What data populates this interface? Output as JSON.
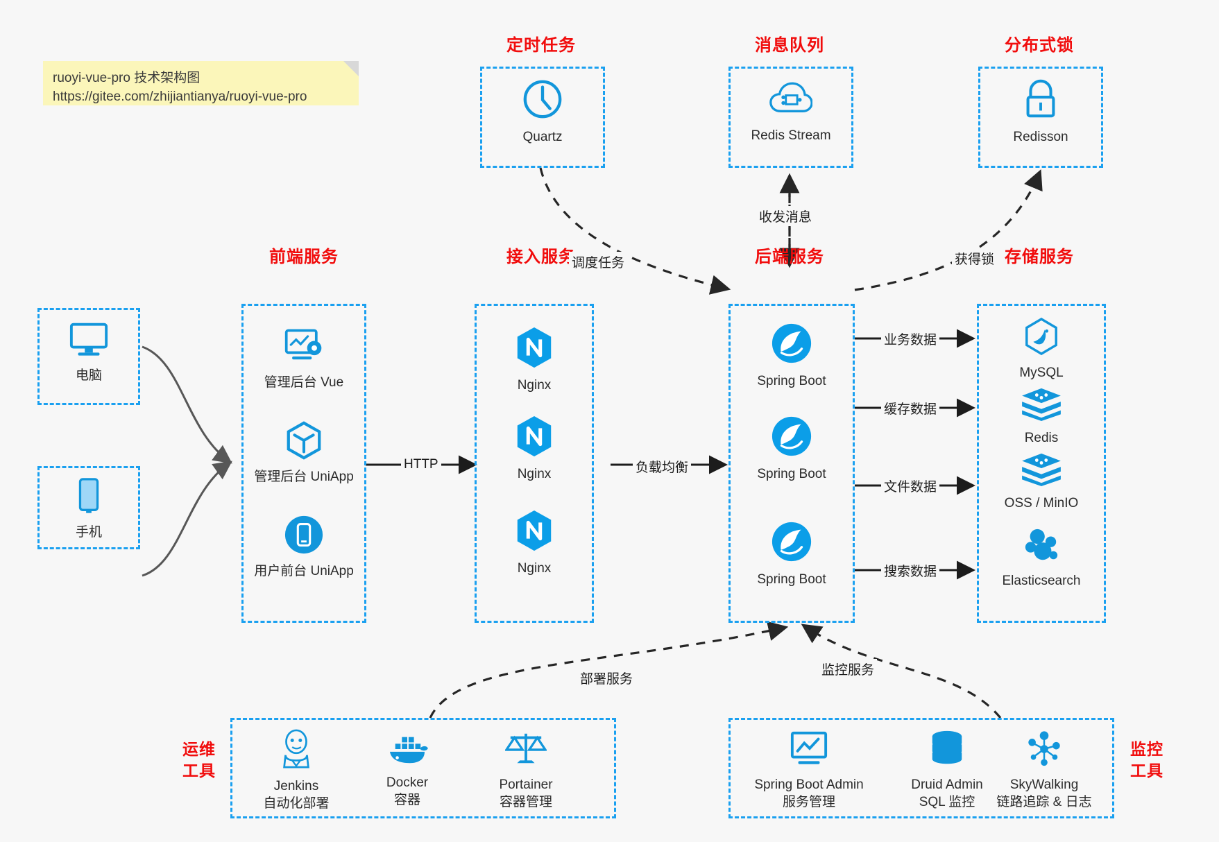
{
  "note": {
    "line1": "ruoyi-vue-pro 技术架构图",
    "line2": "https://gitee.com/zhijiantianya/ruoyi-vue-pro"
  },
  "colors": {
    "group_border": "#1aa0f0",
    "group_title": "#f10c0c",
    "icon_blue": "#1296db",
    "text": "#2b2b2b",
    "canvas_bg": "#f7f7f7",
    "note_bg": "#fbf6ba"
  },
  "groups": {
    "scheduler": {
      "title": "定时任务",
      "nodes": [
        {
          "label": "Quartz",
          "icon": "clock-icon"
        }
      ]
    },
    "mq": {
      "title": "消息队列",
      "nodes": [
        {
          "label": "Redis Stream",
          "icon": "cloud-stream-icon"
        }
      ]
    },
    "lock": {
      "title": "分布式锁",
      "nodes": [
        {
          "label": "Redisson",
          "icon": "lock-icon"
        }
      ]
    },
    "clients": {
      "nodes": [
        {
          "label": "电脑",
          "icon": "desktop-icon"
        },
        {
          "label": "手机",
          "icon": "mobile-icon"
        }
      ]
    },
    "frontend": {
      "title": "前端服务",
      "nodes": [
        {
          "label": "管理后台 Vue",
          "icon": "dashboard-icon"
        },
        {
          "label": "管理后台 UniApp",
          "icon": "cube-icon"
        },
        {
          "label": "用户前台 UniApp",
          "icon": "app-icon"
        }
      ]
    },
    "gateway": {
      "title": "接入服务",
      "nodes": [
        {
          "label": "Nginx",
          "icon": "nginx-icon"
        },
        {
          "label": "Nginx",
          "icon": "nginx-icon"
        },
        {
          "label": "Nginx",
          "icon": "nginx-icon"
        }
      ]
    },
    "backend": {
      "title": "后端服务",
      "nodes": [
        {
          "label": "Spring Boot",
          "icon": "spring-icon"
        },
        {
          "label": "Spring Boot",
          "icon": "spring-icon"
        },
        {
          "label": "Spring Boot",
          "icon": "spring-icon"
        }
      ]
    },
    "storage": {
      "title": "存储服务",
      "nodes": [
        {
          "label": "MySQL",
          "icon": "mysql-icon"
        },
        {
          "label": "Redis",
          "icon": "redis-icon"
        },
        {
          "label": "OSS / MinIO",
          "icon": "oss-icon"
        },
        {
          "label": "Elasticsearch",
          "icon": "elasticsearch-icon"
        }
      ]
    },
    "devops": {
      "title_line1": "运维",
      "title_line2": "工具",
      "nodes": [
        {
          "label": "Jenkins",
          "sub": "自动化部署",
          "icon": "jenkins-icon"
        },
        {
          "label": "Docker",
          "sub": "容器",
          "icon": "docker-icon"
        },
        {
          "label": "Portainer",
          "sub": "容器管理",
          "icon": "scales-icon"
        }
      ]
    },
    "monitoring": {
      "title_line1": "监控",
      "title_line2": "工具",
      "nodes": [
        {
          "label": "Spring Boot Admin",
          "sub": "服务管理",
          "icon": "monitor-chart-icon"
        },
        {
          "label": "Druid Admin",
          "sub": "SQL 监控",
          "icon": "database-icon"
        },
        {
          "label": "SkyWalking",
          "sub": "链路追踪 & 日志",
          "icon": "skywalking-icon"
        }
      ]
    }
  },
  "edges": [
    {
      "id": "http",
      "label": "HTTP"
    },
    {
      "id": "lb",
      "label": "负载均衡"
    },
    {
      "id": "schedule",
      "label": "调度任务"
    },
    {
      "id": "mq",
      "label": "收发消息"
    },
    {
      "id": "lock",
      "label": "获得锁"
    },
    {
      "id": "biz",
      "label": "业务数据"
    },
    {
      "id": "cache",
      "label": "缓存数据"
    },
    {
      "id": "file",
      "label": "文件数据"
    },
    {
      "id": "search",
      "label": "搜索数据"
    },
    {
      "id": "deploy",
      "label": "部署服务"
    },
    {
      "id": "monitor",
      "label": "监控服务"
    }
  ]
}
